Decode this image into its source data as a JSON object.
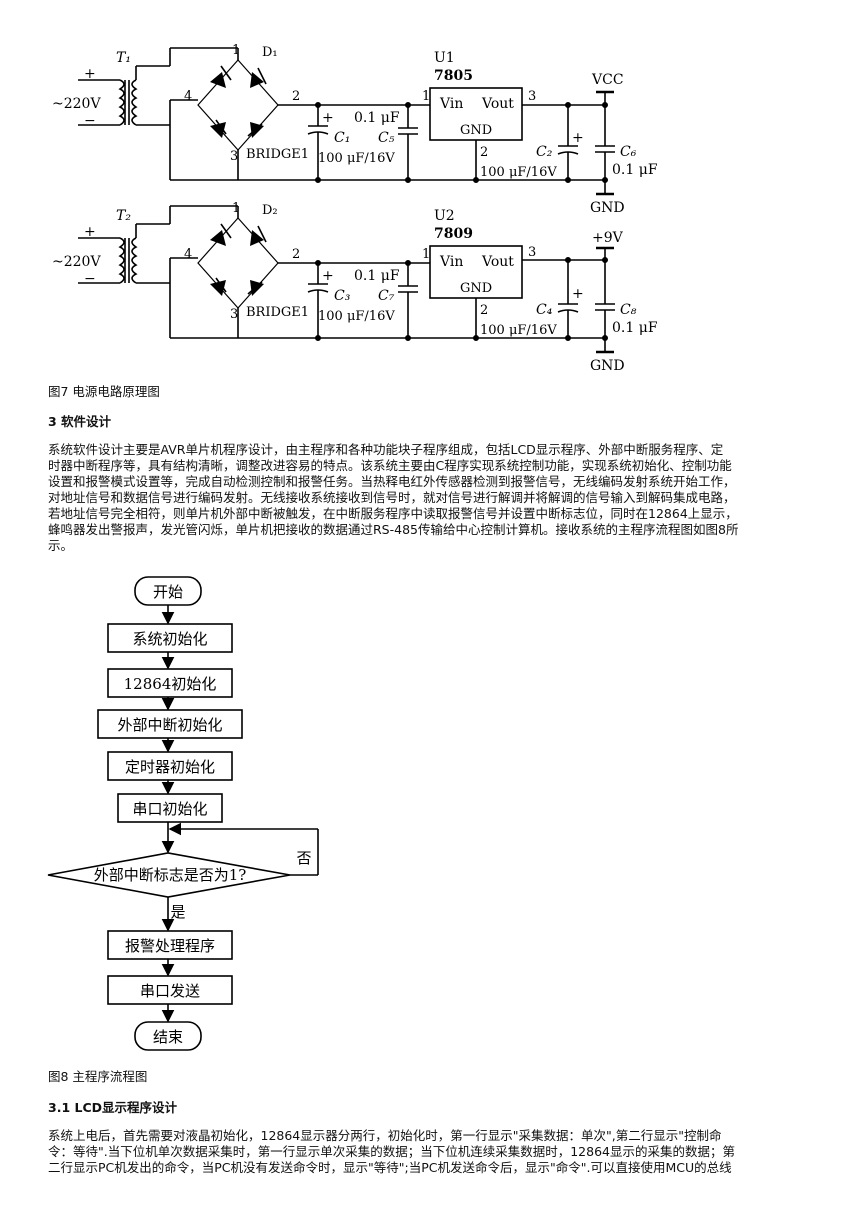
{
  "circuit": {
    "t1": "T₁",
    "t2": "T₂",
    "d1": "D₁",
    "d2": "D₂",
    "plus": "+",
    "minus": "−",
    "ac": "~220V",
    "n1": "1",
    "n2": "2",
    "n3": "3",
    "n4": "4",
    "bridge": "BRIDGE1",
    "c1": "C₁",
    "c2": "C₂",
    "c3": "C₃",
    "c4": "C₄",
    "c5": "C₅",
    "c6": "C₆",
    "c7": "C₇",
    "c8": "C₈",
    "cap_large": "100 μF/16V",
    "cap_small": "0.1 μF",
    "u1": "U1",
    "u2": "U2",
    "reg1": "7805",
    "reg2": "7809",
    "vin": "Vin",
    "vout": "Vout",
    "gnd_pin": "GND",
    "vcc": "VCC",
    "v9": "+9V",
    "gnd": "GND"
  },
  "fig7_caption": "图7 电源电路原理图",
  "section3_heading": "3 软件设计",
  "section3_paragraph": [
    "系统软件设计主要是AVR单片机程序设计，由主程序和各种功能块子程序组成，包括LCD显示程序、外部中断服务程序、定",
    "时器中断程序等，具有结构清晰，调整改进容易的特点。该系统主要由C程序实现系统控制功能，实现系统初始化、控制功能",
    "设置和报警模式设置等，完成自动检测控制和报警任务。当热释电红外传感器检测到报警信号，无线编码发射系统开始工作，",
    "对地址信号和数据信号进行编码发射。无线接收系统接收到信号时，就对信号进行解调并将解调的信号输入到解码集成电路，",
    "若地址信号完全相符，则单片机外部中断被触发，在中断服务程序中读取报警信号并设置中断标志位，同时在12864上显示，",
    "蜂鸣器发出警报声，发光管闪烁，单片机把接收的数据通过RS-485传输给中心控制计算机。接收系统的主程序流程图如图8所",
    "示。"
  ],
  "flowchart": {
    "start": "开始",
    "step1": "系统初始化",
    "step2": "12864初始化",
    "step3": "外部中断初始化",
    "step4": "定时器初始化",
    "step5": "串口初始化",
    "decision": "外部中断标志是否为1?",
    "no": "否",
    "yes": "是",
    "step6": "报警处理程序",
    "step7": "串口发送",
    "end": "结束"
  },
  "fig8_caption": "图8 主程序流程图",
  "section31_heading": "3.1 LCD显示程序设计",
  "section31_paragraph": [
    "系统上电后，首先需要对液晶初始化，12864显示器分两行，初始化时，第一行显示\"采集数据：单次\",第二行显示\"控制命",
    "令：等待\".当下位机单次数据采集时，第一行显示单次采集的数据；当下位机连续采集数据时，12864显示的采集的数据；第",
    "二行显示PC机发出的命令，当PC机没有发送命令时，显示\"等待\";当PC机发送命令后，显示\"命令\".可以直接使用MCU的总线"
  ]
}
